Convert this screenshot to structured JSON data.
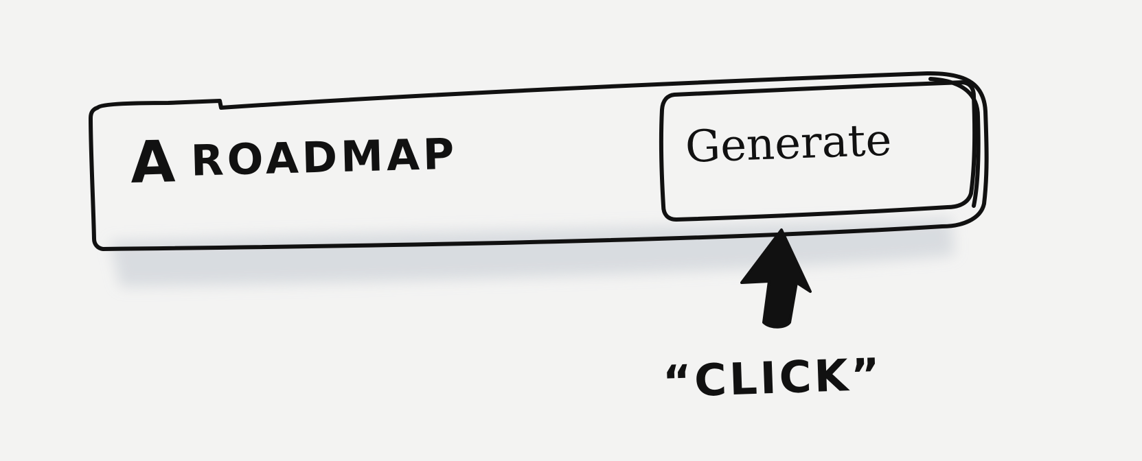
{
  "prompt_input": {
    "value_first": "A",
    "value_rest": "ROADMAP"
  },
  "generate_button": {
    "label": "Generate"
  },
  "annotation": {
    "label": "“CLICK”"
  }
}
